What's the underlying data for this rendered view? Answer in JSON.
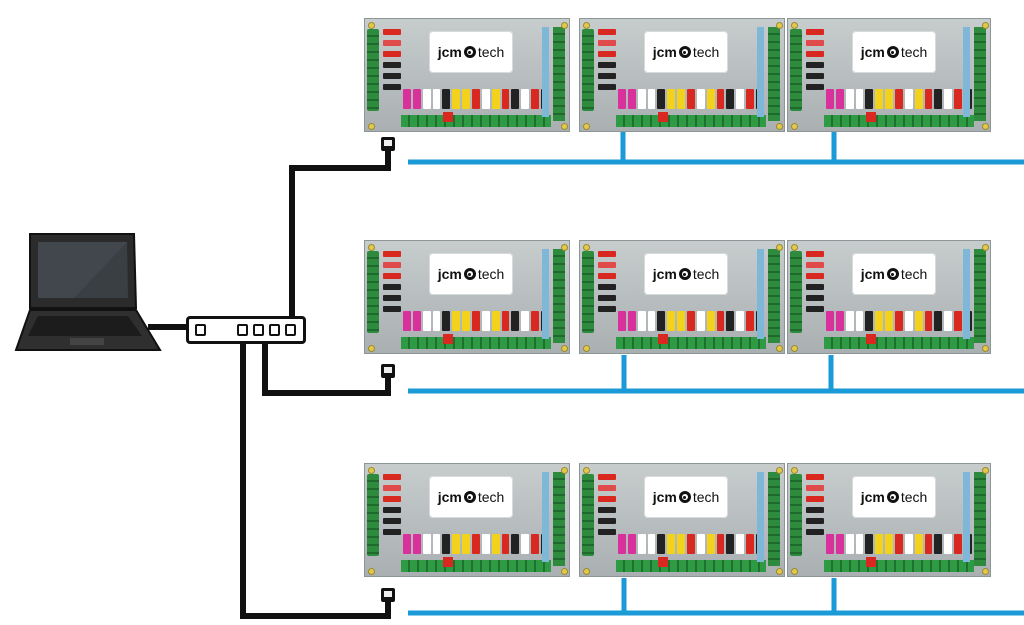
{
  "diagram": {
    "boards": [
      {
        "row": 1,
        "col": 1,
        "logo": {
          "prefix": "jcm",
          "suffix": "tech"
        }
      },
      {
        "row": 1,
        "col": 2,
        "logo": {
          "prefix": "jcm",
          "suffix": "tech"
        }
      },
      {
        "row": 1,
        "col": 3,
        "logo": {
          "prefix": "jcm",
          "suffix": "tech"
        }
      },
      {
        "row": 2,
        "col": 1,
        "logo": {
          "prefix": "jcm",
          "suffix": "tech"
        }
      },
      {
        "row": 2,
        "col": 2,
        "logo": {
          "prefix": "jcm",
          "suffix": "tech"
        }
      },
      {
        "row": 2,
        "col": 3,
        "logo": {
          "prefix": "jcm",
          "suffix": "tech"
        }
      },
      {
        "row": 3,
        "col": 1,
        "logo": {
          "prefix": "jcm",
          "suffix": "tech"
        }
      },
      {
        "row": 3,
        "col": 2,
        "logo": {
          "prefix": "jcm",
          "suffix": "tech"
        }
      },
      {
        "row": 3,
        "col": 3,
        "logo": {
          "prefix": "jcm",
          "suffix": "tech"
        }
      }
    ],
    "colors": {
      "ethernet_cable": "#111111",
      "bus_cable": "#1a9ad6",
      "board_bg": "#bfc5c6"
    }
  }
}
